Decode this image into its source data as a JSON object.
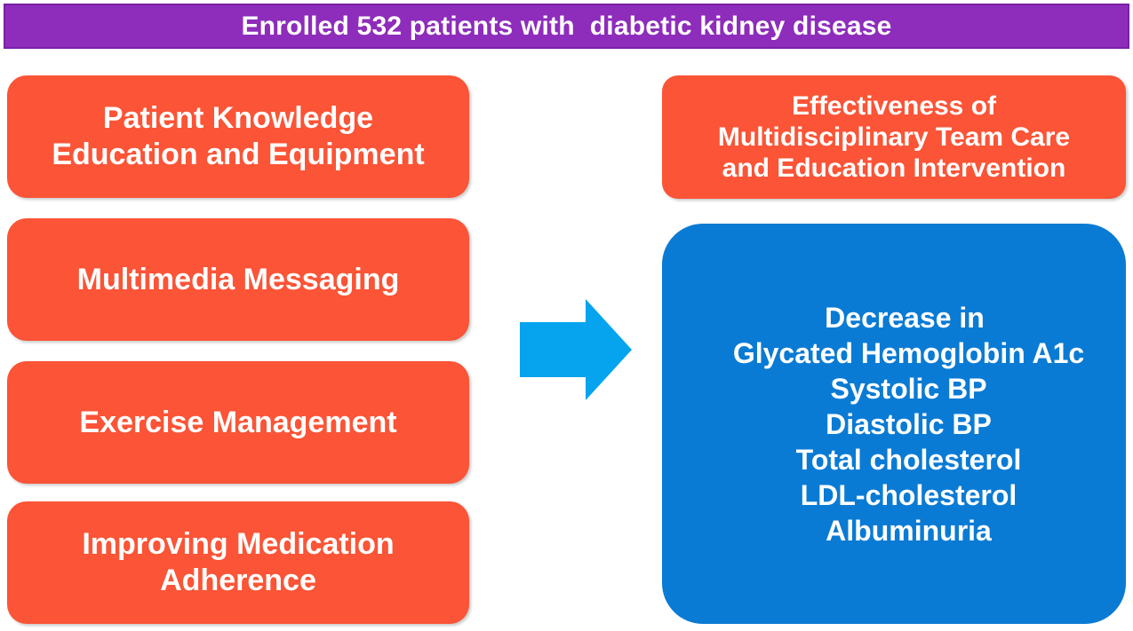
{
  "header": {
    "title": "Enrolled 532 patients with  diabetic kidney disease",
    "background_color": "#8E2CBB",
    "text_color": "#FFFFFF"
  },
  "colors": {
    "orange": "#FB5436",
    "blue": "#0A7BD4",
    "arrow_blue": "#06A3EF",
    "purple": "#8E2CBB",
    "white": "#FFFFFF"
  },
  "intervention_column": {
    "items": [
      {
        "label": "Patient Knowledge\nEducation and Equipment"
      },
      {
        "label": "Multimedia Messaging"
      },
      {
        "label": "Exercise Management"
      },
      {
        "label": "Improving Medication\nAdherence"
      }
    ]
  },
  "arrow": {
    "icon": "right-arrow-icon",
    "direction": "right",
    "color": "#06A3EF"
  },
  "outcome_column": {
    "title": "Effectiveness of\nMultidisciplinary Team Care\nand Education Intervention",
    "results": {
      "lead": "Decrease in",
      "items": [
        "Glycated Hemoglobin A1c",
        "Systolic BP",
        "Diastolic BP",
        "Total cholesterol",
        "LDL-cholesterol",
        "Albuminuria"
      ]
    }
  }
}
